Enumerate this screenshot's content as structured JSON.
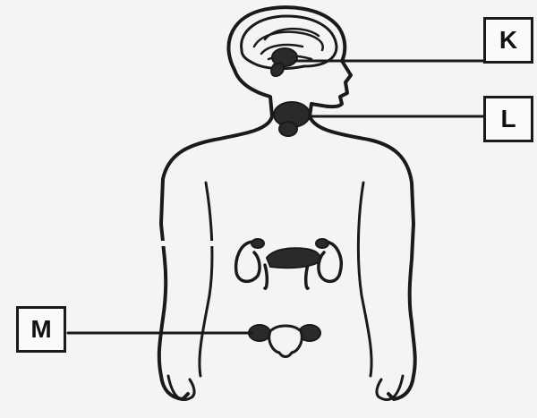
{
  "labels": {
    "k": "K",
    "l": "L",
    "m": "M"
  },
  "colors": {
    "ink": "#1a1a1a",
    "paper": "#f4f4f2"
  }
}
